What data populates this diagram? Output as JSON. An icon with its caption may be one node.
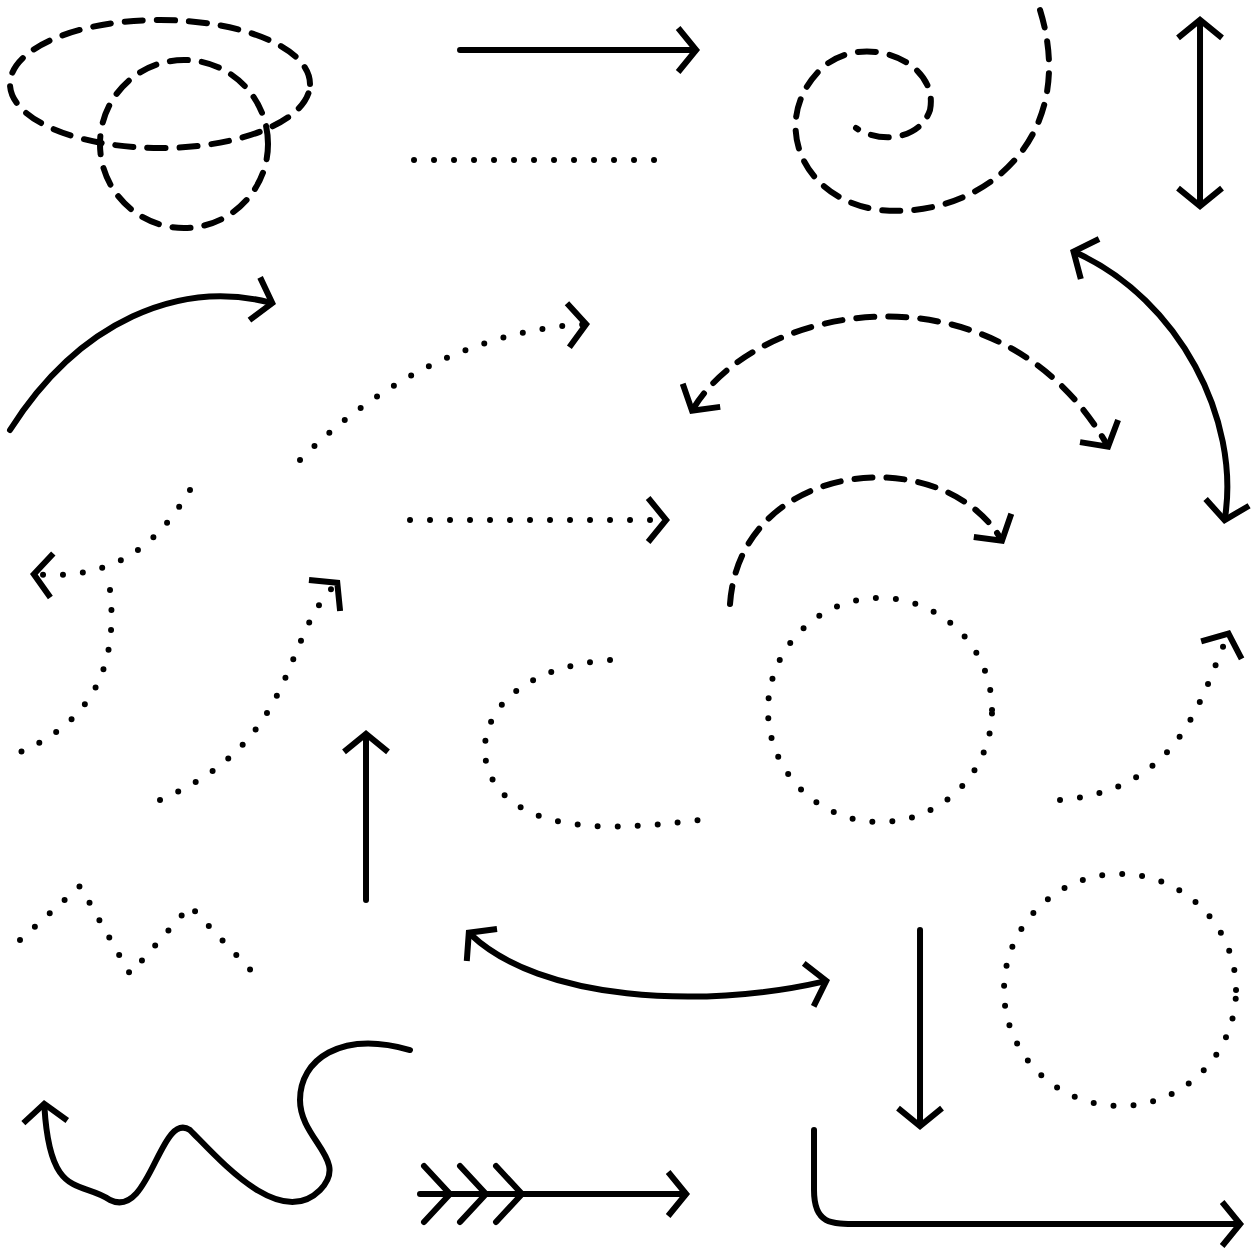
{
  "diagram": {
    "nodes": [
      {
        "text": [],
        "shape": "oval"
      },
      {
        "text": [],
        "shape": "circle"
      },
      {
        "text": [],
        "shape": "circle"
      },
      {
        "text": [],
        "shape": "circle"
      }
    ]
  }
}
